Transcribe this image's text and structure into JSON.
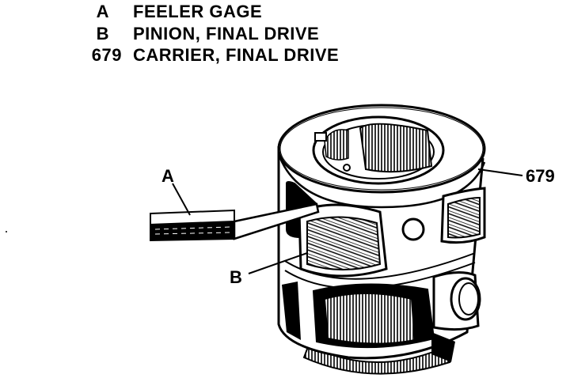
{
  "legend": [
    {
      "key": "A",
      "description": "FEELER GAGE"
    },
    {
      "key": "B",
      "description": "PINION, FINAL DRIVE"
    },
    {
      "key": "679",
      "description": "CARRIER, FINAL DRIVE"
    }
  ],
  "callouts": {
    "a": "A",
    "b": "B",
    "carrier": "679"
  }
}
